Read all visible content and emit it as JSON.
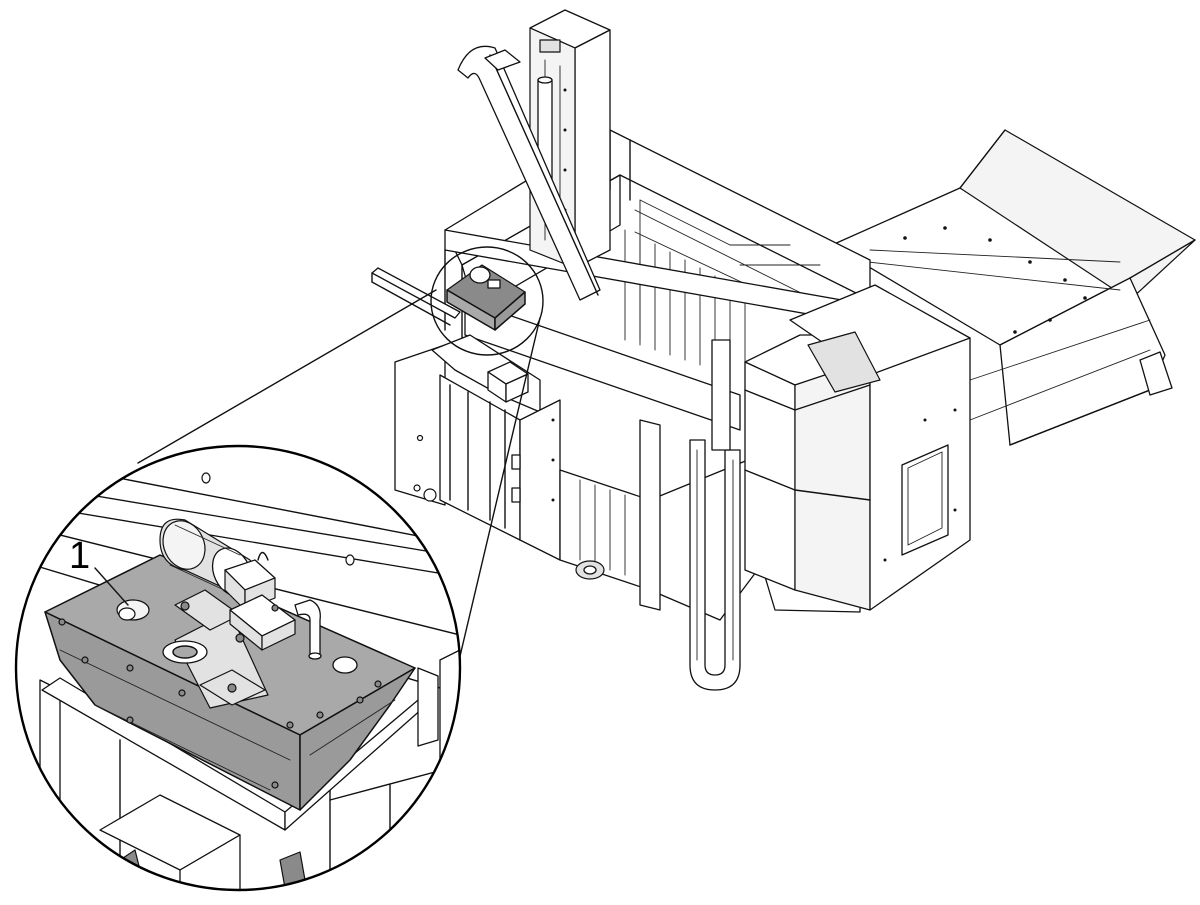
{
  "callouts": [
    {
      "label": "1",
      "target": "tank-fill-cap"
    }
  ],
  "colors": {
    "line": "#111111",
    "highlight_part": "#a9a9a9",
    "background": "#ffffff"
  },
  "icons": {
    "detail_view": "magnifier-circle",
    "machine": "machine-assembly"
  }
}
